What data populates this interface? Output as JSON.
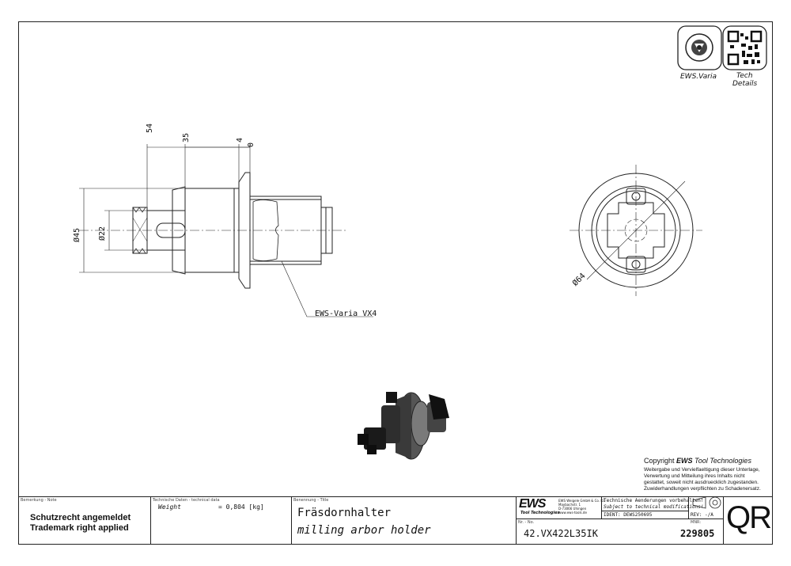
{
  "dimensions": {
    "d54": "54",
    "d35": "35",
    "d4": "4",
    "d0": "0",
    "dia45": "Ø45",
    "dia22": "Ø22",
    "dia64": "Ø64"
  },
  "callout": "EWS-Varia VX4",
  "icons": {
    "varia_label": "EWS.Varia",
    "tech_label_line1": "Tech",
    "tech_label_line2": "Details"
  },
  "copyright": {
    "title_prefix": "Copyright ",
    "brand": "EWS",
    "title_suffix": " Tool Technologies",
    "lines": [
      "Weitergabe und Vervielfaeltigung dieser Unterlage,",
      "Verwertung und Mitteilung ihres Inhalts nicht",
      "gestattet, soweit nicht ausdruecklich zugestanden.",
      "Zuwiderhandlungen verpflichten zu Schadenersatz."
    ]
  },
  "titleblock": {
    "note_header": "Bemerkung - Note",
    "note_line1": "Schutzrecht angemeldet",
    "note_line2": "Trademark right applied",
    "tech_header": "Technische Daten - technical data",
    "weight_label": "Weight",
    "weight_value": "=   0,804 [kg]",
    "title_header": "Benennung - Title",
    "title_de": "Fräsdornhalter",
    "title_en": "milling arbor holder",
    "logo": "EWS",
    "logo_sub": "Tool Technologies",
    "address_lines": [
      "EWS Weigele GmbH & Co. KG",
      "Maybachstr. 1",
      "D-73066 Uhingen",
      "www.ews-tools.de"
    ],
    "changes_de": "Technische Aenderungen vorbehalten!",
    "changes_en": "Subject to technical modifications!",
    "ident": "IDENT:  DEWS250695",
    "rev": "REV:  -/A",
    "nr_header": "Nr. - No.",
    "part_no": "42.VX422L35IK",
    "mnr_header": "MNR:",
    "mnr": "229805",
    "qr": "QR"
  }
}
